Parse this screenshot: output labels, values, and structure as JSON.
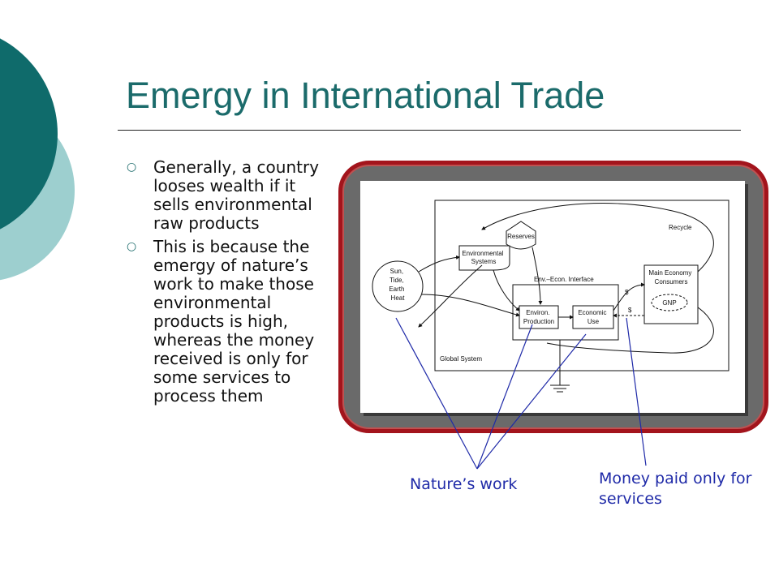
{
  "slide": {
    "title": "Emergy in International Trade",
    "bullets": [
      "Generally, a country looses wealth if it sells environmental raw products",
      "This is because the emergy of nature’s work to make those environmental products is high, whereas the money received is only for some services to process them"
    ],
    "bullet_marker": "○"
  },
  "diagram": {
    "labels": {
      "recycle": "Recycle",
      "sources_lines": [
        "Sun,",
        "Tide,",
        "Earth",
        "Heat"
      ],
      "reserves": "Reserves",
      "env_systems_lines": [
        "Environmental",
        "Systems"
      ],
      "interface": "Env.–Econ. Interface",
      "main_economy_lines": [
        "Main Economy",
        "Consumers"
      ],
      "gnp": "GNP",
      "env_production_lines": [
        "Environ.",
        "Production"
      ],
      "economic_use_lines": [
        "Economic",
        "Use"
      ],
      "money_symbol": "$",
      "global_system": "Global   System"
    }
  },
  "callouts": {
    "natures_work": "Nature’s work",
    "money_paid": "Money paid only for services"
  },
  "colors": {
    "title": "#1b6b6b",
    "frame_border": "#a3141c",
    "callout": "#1f2aa8",
    "circle_dark": "#0f6b6b",
    "circle_light": "#9dcfcf"
  }
}
